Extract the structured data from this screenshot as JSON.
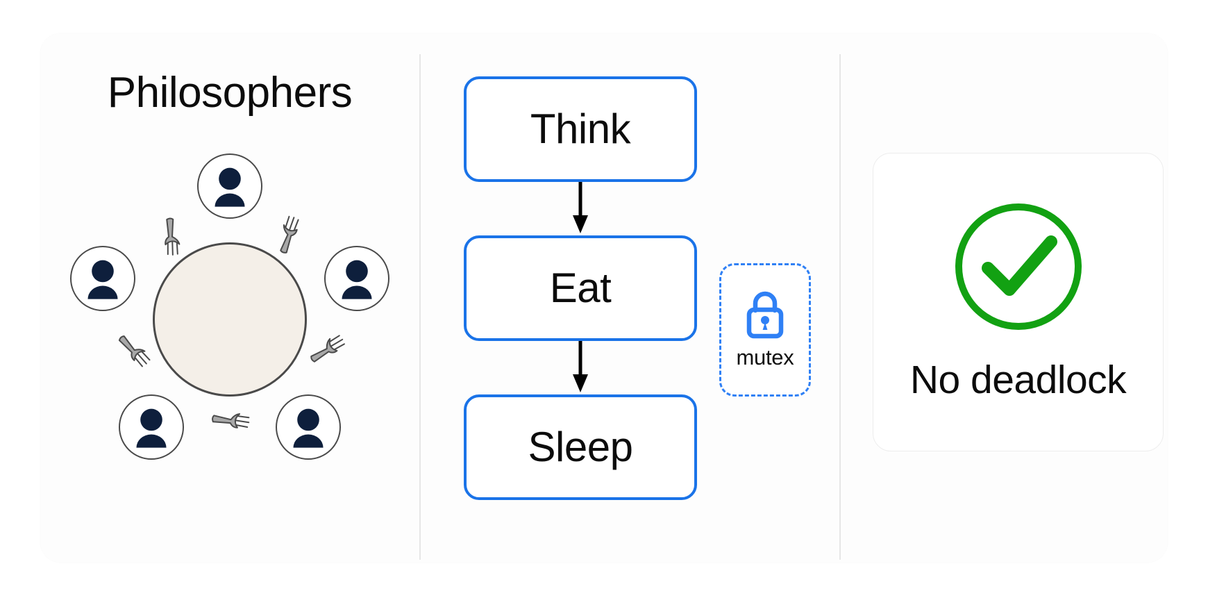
{
  "panels": {
    "philosophers": {
      "title": "Philosophers",
      "philosopher_count": 5,
      "fork_count": 5,
      "table_label": "",
      "icon_names": {
        "person": "person-icon",
        "fork": "fork-icon",
        "table": "round-table"
      },
      "colors": {
        "avatar_fill": "#0e1f3c",
        "avatar_ring": "#4a4a4a",
        "table_fill": "#f4efe8",
        "table_ring": "#4a4a4a",
        "fork_fill": "#a8a8a8",
        "fork_stroke": "#4a4a4a"
      }
    },
    "flow": {
      "steps": [
        {
          "label": "Think"
        },
        {
          "label": "Eat"
        },
        {
          "label": "Sleep"
        }
      ],
      "arrow_count": 2,
      "mutex": {
        "label": "mutex",
        "icon": "lock-icon"
      },
      "colors": {
        "box_border": "#1a73e8",
        "mutex_border": "#2f80f5",
        "mutex_icon": "#2f80f5",
        "arrow": "#000000",
        "text": "#0c0c0c"
      }
    },
    "status": {
      "label": "No deadlock",
      "icon": "check-circle-icon",
      "colors": {
        "check": "#12a112",
        "card_border": "#ededed",
        "text": "#0c0c0c"
      }
    }
  },
  "layout": {
    "divider_color": "#e6e6e6",
    "background": "#ffffff",
    "card_background": "#fdfdfd"
  }
}
